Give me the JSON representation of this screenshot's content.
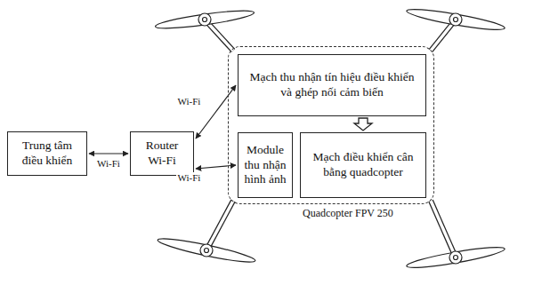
{
  "diagram": {
    "nodes": [
      {
        "text": [
          "Trung tâm điều khiển"
        ]
      },
      {
        "text": [
          "Router Wi-Fi"
        ]
      },
      {
        "text": [
          "Quadcopter FPV 250"
        ]
      },
      {
        "text": [
          "Mạch thu nhận tín hiệu điều khiển và ghép nối cảm biến"
        ],
        "in": 2
      },
      {
        "text": [
          "Module thu nhận hình ảnh"
        ],
        "in": 2
      },
      {
        "text": [
          "Mạch điều khiển cân bằng quadcopter"
        ],
        "in": 2
      }
    ],
    "edges": [
      {
        "from": 0,
        "to": 1,
        "arrow": "both",
        "label": "Wi-Fi"
      },
      {
        "from": 1,
        "to": 3,
        "arrow": "both",
        "label": "Wi-Fi"
      },
      {
        "from": 1,
        "to": 4,
        "arrow": "both",
        "label": "Wi-Fi"
      },
      {
        "from": 3,
        "to": 5,
        "arrow": "to"
      }
    ]
  }
}
